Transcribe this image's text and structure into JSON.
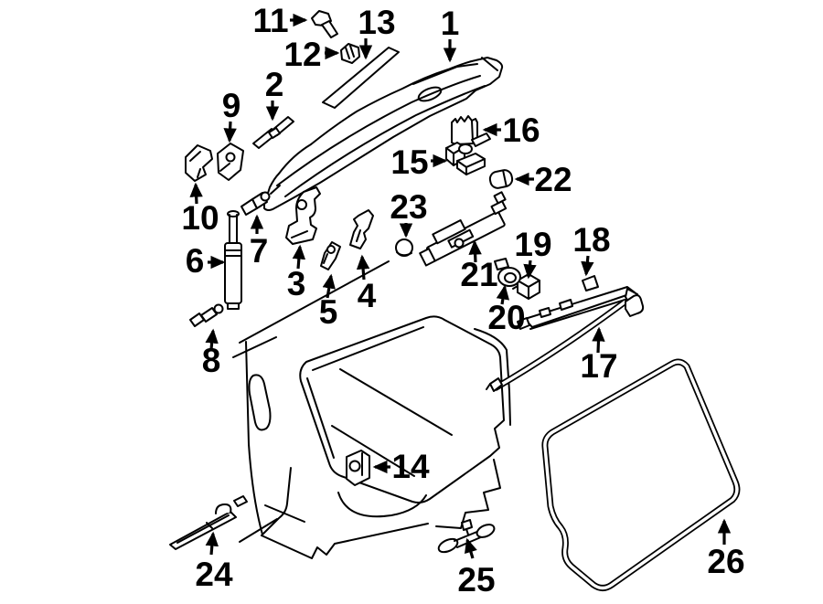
{
  "diagram": {
    "background_color": "#ffffff",
    "line_color": "#000000",
    "label_color": "#000000",
    "callouts": [
      {
        "number": "1"
      },
      {
        "number": "2"
      },
      {
        "number": "3"
      },
      {
        "number": "4"
      },
      {
        "number": "5"
      },
      {
        "number": "6"
      },
      {
        "number": "7"
      },
      {
        "number": "8"
      },
      {
        "number": "9"
      },
      {
        "number": "10"
      },
      {
        "number": "11"
      },
      {
        "number": "12"
      },
      {
        "number": "13"
      },
      {
        "number": "14"
      },
      {
        "number": "15"
      },
      {
        "number": "16"
      },
      {
        "number": "17"
      },
      {
        "number": "18"
      },
      {
        "number": "19"
      },
      {
        "number": "20"
      },
      {
        "number": "21"
      },
      {
        "number": "22"
      },
      {
        "number": "23"
      },
      {
        "number": "24"
      },
      {
        "number": "25"
      },
      {
        "number": "26"
      }
    ]
  }
}
